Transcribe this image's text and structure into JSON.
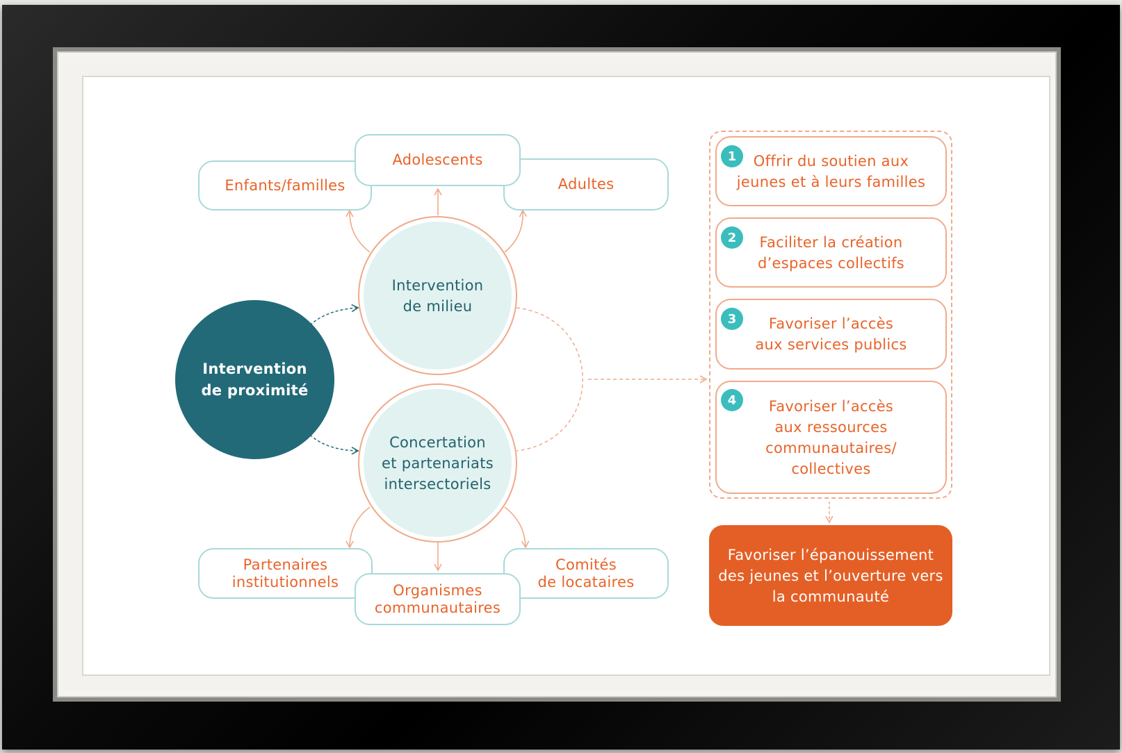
{
  "diagram": {
    "main": {
      "line1": "Intervention",
      "line2": "de proximité"
    },
    "milieu": {
      "line1": "Intervention",
      "line2": "de milieu"
    },
    "concertation": {
      "line1": "Concertation",
      "line2": "et partenariats",
      "line3": "intersectoriels"
    },
    "top_targets": {
      "enfants": "Enfants/familles",
      "adolescents": "Adolescents",
      "adultes": "Adultes"
    },
    "bottom_targets": {
      "partenaires": {
        "line1": "Partenaires",
        "line2": "institutionnels"
      },
      "organismes": {
        "line1": "Organismes",
        "line2": "communautaires"
      },
      "comites": {
        "line1": "Comités",
        "line2": "de locataires"
      }
    },
    "objectives": [
      {
        "num": "1",
        "line1": "Offrir du soutien aux",
        "line2": "jeunes et à leurs familles"
      },
      {
        "num": "2",
        "line1": "Faciliter la création",
        "line2": "d’espaces collectifs"
      },
      {
        "num": "3",
        "line1": "Favoriser l’accès",
        "line2": "aux services publics"
      },
      {
        "num": "4",
        "line1": "Favoriser l’accès",
        "line2": "aux ressources",
        "line3": "communautaires/",
        "line4": "collectives"
      }
    ],
    "outcome": {
      "line1": "Favoriser l’épanouissement",
      "line2": "des jeunes et l’ouverture vers",
      "line3": "la communauté"
    },
    "colors": {
      "orange": "#e8642a",
      "outcome_fill": "#e45f26",
      "teal_dark": "#226a78",
      "teal_light": "#e2f2f1",
      "teal_border": "#a8d9d9",
      "badge": "#3bbdbd"
    }
  }
}
